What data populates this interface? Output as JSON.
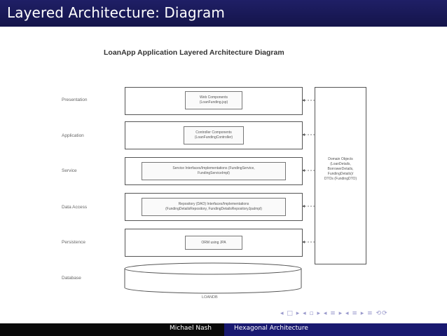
{
  "slide": {
    "title": "Layered Architecture: Diagram"
  },
  "diagram": {
    "title": "LoanApp Application Layered Architecture Diagram",
    "layers": [
      {
        "label": "Presentation",
        "box_lines": [
          "Web Components",
          "(LoanFunding.jsp)"
        ]
      },
      {
        "label": "Application",
        "box_lines": [
          "Controller Components",
          "(LoanFundingController)"
        ]
      },
      {
        "label": "Service",
        "box_lines": [
          "Service Interfaces/Implementations (FundingService,",
          "FundingServiceImpl)"
        ]
      },
      {
        "label": "Data Access",
        "box_lines": [
          "Repository (DAO) Interfaces/Implementations",
          "(FundingDetailsRepository, FundingDetailsRepositoryJpaImpl)"
        ]
      },
      {
        "label": "Persistence",
        "box_lines": [
          "ORM using JPA"
        ]
      },
      {
        "label": "Database",
        "box_lines": []
      }
    ],
    "domain_objects_lines": [
      "Domain Objects",
      "(LoanDetails,",
      "BorrowerDetails,",
      "FundingDetails)/",
      "DTOs (FundingDTO)"
    ],
    "database_label": "LOANDB"
  },
  "navigation": {
    "symbols": "◂ □ ▸ ◂ ▫ ▸ ◂ ≡ ▸ ◂ ≡ ▸   ≡   ⟲⟳"
  },
  "footer": {
    "author": "Michael Nash",
    "presentation_title": "Hexagonal Architecture"
  }
}
